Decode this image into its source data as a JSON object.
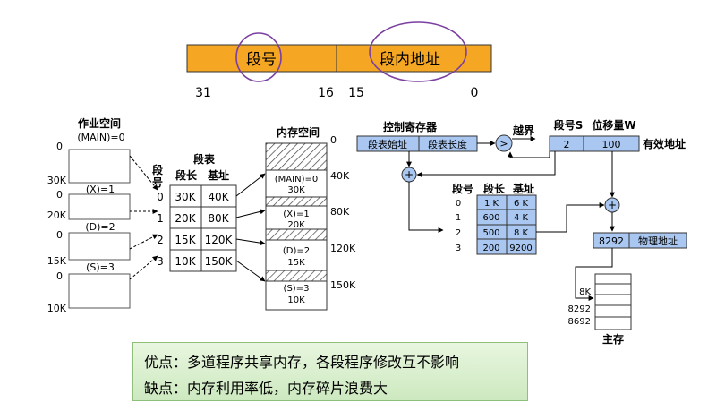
{
  "address_format": {
    "fields": [
      "段号",
      "段内地址"
    ],
    "bits": [
      "31",
      "16",
      "15",
      "0"
    ],
    "fill_color": "#f5a623"
  },
  "left_diagram": {
    "title_line1": "作业空间",
    "title_line2": "(MAIN)=0",
    "segments": [
      {
        "name": "(MAIN)=0",
        "top_label": "0",
        "bottom_label": "30K"
      },
      {
        "name": "(X)=1",
        "top_label": "0",
        "bottom_label": "20K"
      },
      {
        "name": "(D)=2",
        "top_label": "0",
        "bottom_label": "15K"
      },
      {
        "name": "(S)=3",
        "top_label": "0",
        "bottom_label": "10K"
      }
    ],
    "seg_table": {
      "title": "段表",
      "col_seg_line1": "段",
      "col_seg_line2": "号",
      "col_len": "段长",
      "col_base": "基址",
      "rows": [
        {
          "seg": "0",
          "len": "30K",
          "base": "40K"
        },
        {
          "seg": "1",
          "len": "20K",
          "base": "80K"
        },
        {
          "seg": "2",
          "len": "15K",
          "base": "120K"
        },
        {
          "seg": "3",
          "len": "10K",
          "base": "150K"
        }
      ]
    },
    "memory": {
      "title": "内存空间",
      "addr_labels": [
        "0",
        "40K",
        "80K",
        "120K",
        "150K"
      ],
      "blocks": [
        {
          "line1": "(MAIN)=0",
          "line2": "30K"
        },
        {
          "line1": "(X)=1",
          "line2": "20K"
        },
        {
          "line1": "(D)=2",
          "line2": "15K"
        },
        {
          "line1": "(S)=3",
          "line2": "10K"
        }
      ]
    }
  },
  "right_diagram": {
    "control_register_label": "控制寄存器",
    "reg_start": "段表始址",
    "reg_len": "段表长度",
    "compare_symbol": ">",
    "overflow_label": "越界",
    "seg_s_label": "段号S",
    "offset_label": "位移量W",
    "seg_value": "2",
    "offset_value": "100",
    "effective_addr_label": "有效地址",
    "plus": "+",
    "table": {
      "col_seg": "段号",
      "col_len": "段长",
      "col_base": "基址",
      "rows": [
        {
          "seg": "0",
          "len": "1 K",
          "base": "6 K"
        },
        {
          "seg": "1",
          "len": "600",
          "base": "4 K"
        },
        {
          "seg": "2",
          "len": "500",
          "base": "8 K"
        },
        {
          "seg": "3",
          "len": "200",
          "base": "9200"
        }
      ]
    },
    "phys_value": "8292",
    "phys_label": "物理地址",
    "mem_labels": [
      "8K",
      "8292",
      "8692"
    ],
    "main_memory_label": "主存",
    "box_color": "#a9c7f0"
  },
  "notes": {
    "pros": "优点：多道程序共享内存，各段程序修改互不影响",
    "cons": "缺点：内存利用率低，内存碎片浪费大"
  }
}
